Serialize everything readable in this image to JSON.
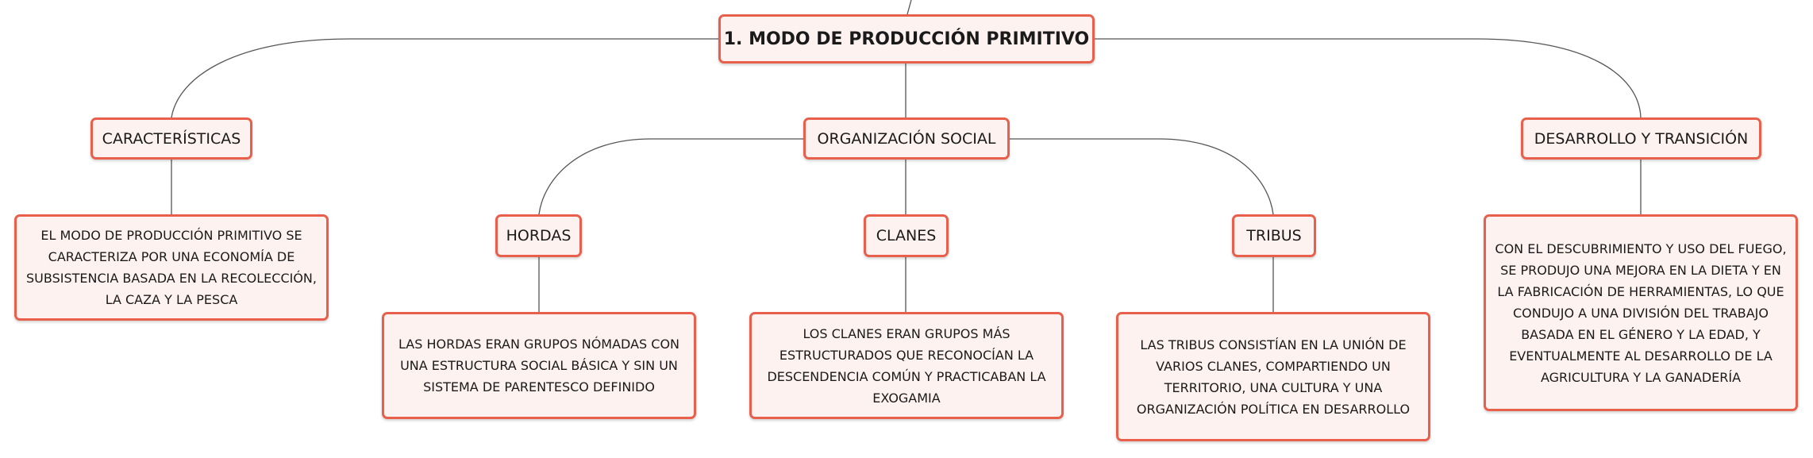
{
  "diagram": {
    "root": {
      "label": "1. MODO DE PRODUCCIÓN PRIMITIVO"
    },
    "branches": [
      {
        "label": "CARACTERÍSTICAS",
        "detail": "EL MODO DE PRODUCCIÓN PRIMITIVO SE CARACTERIZA POR UNA ECONOMÍA DE SUBSISTENCIA BASADA EN LA RECOLECCIÓN, LA CAZA Y LA PESCA"
      },
      {
        "label": "ORGANIZACIÓN SOCIAL",
        "children": [
          {
            "label": "HORDAS",
            "detail": "LAS HORDAS ERAN GRUPOS NÓMADAS CON UNA ESTRUCTURA SOCIAL BÁSICA Y SIN UN SISTEMA DE PARENTESCO DEFINIDO"
          },
          {
            "label": "CLANES",
            "detail": "LOS CLANES ERAN GRUPOS MÁS ESTRUCTURADOS QUE RECONOCÍAN LA DESCENDENCIA COMÚN Y PRACTICABAN LA EXOGAMIA"
          },
          {
            "label": "TRIBUS",
            "detail": "LAS TRIBUS CONSISTÍAN EN LA UNIÓN DE VARIOS CLANES, COMPARTIENDO UN TERRITORIO, UNA CULTURA Y UNA ORGANIZACIÓN POLÍTICA EN DESARROLLO"
          }
        ]
      },
      {
        "label": "DESARROLLO Y TRANSICIÓN",
        "detail": "CON EL DESCUBRIMIENTO Y USO DEL FUEGO, SE PRODUJO UNA MEJORA EN LA DIETA Y EN LA FABRICACIÓN DE HERRAMIENTAS, LO QUE CONDUJO A UNA DIVISIÓN DEL TRABAJO BASADA EN EL GÉNERO Y LA EDAD, Y EVENTUALMENTE AL DESARROLLO DE LA AGRICULTURA Y LA GANADERÍA"
      }
    ]
  },
  "colors": {
    "node_border": "#e8604b",
    "node_fill": "#fdf2ef",
    "connector": "#555555"
  }
}
